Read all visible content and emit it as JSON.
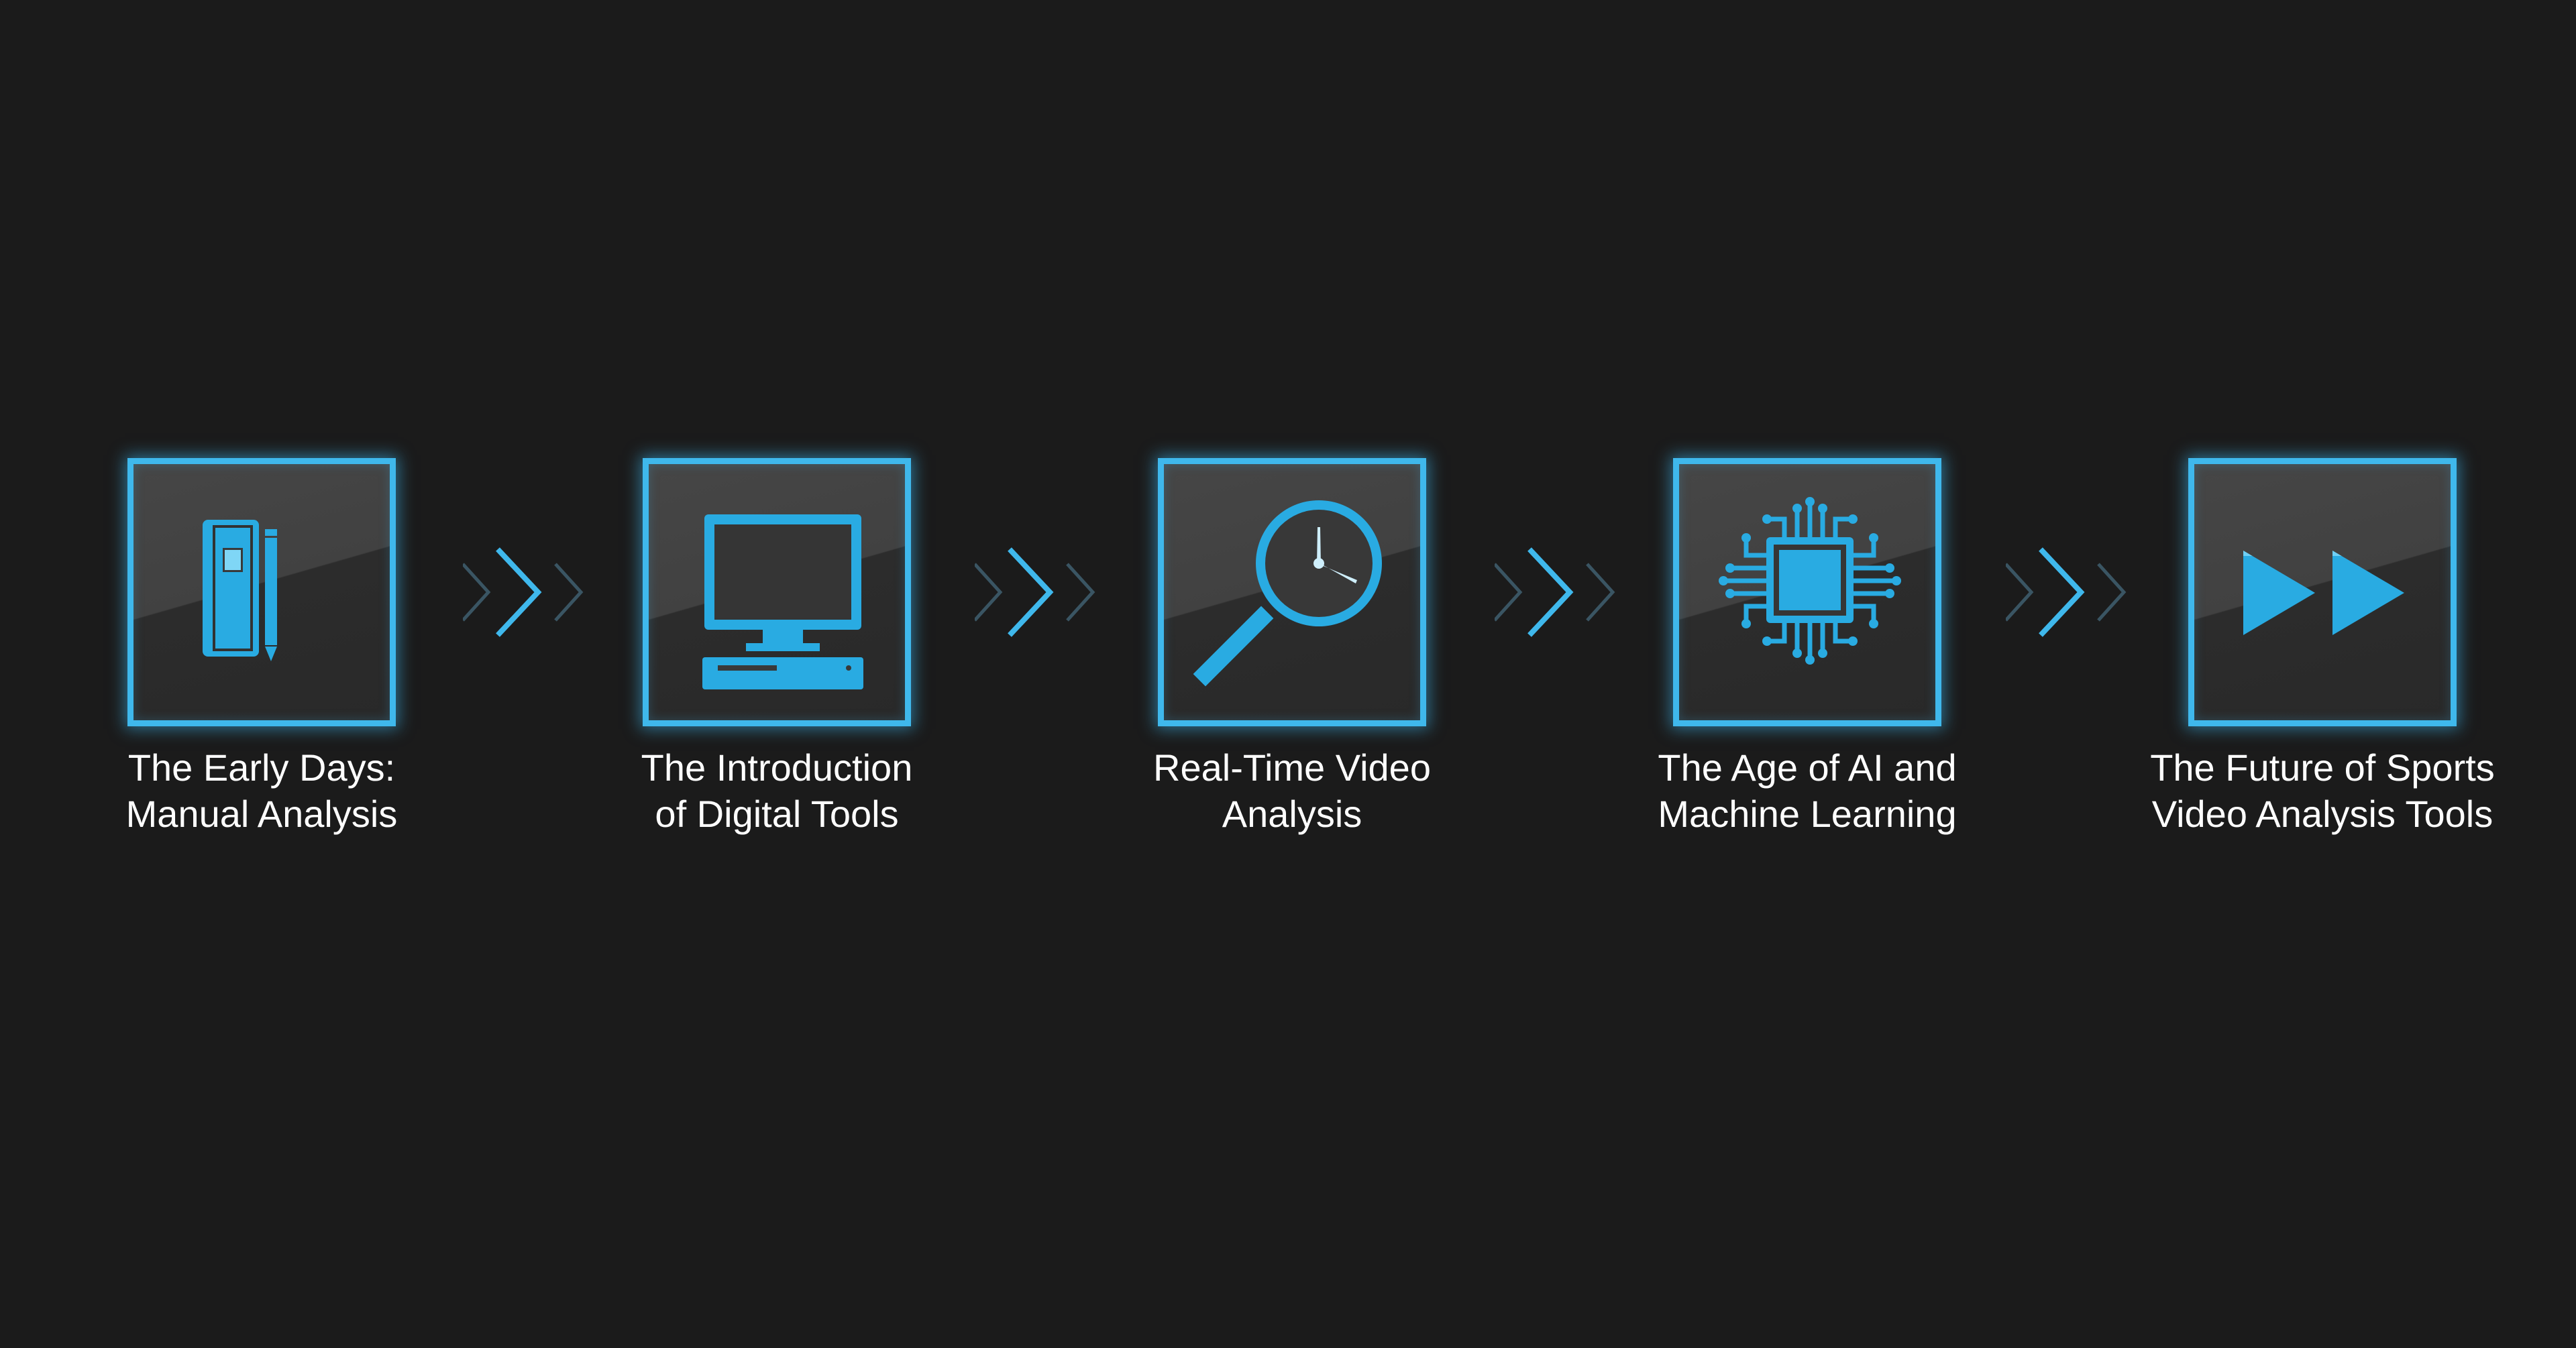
{
  "colors": {
    "background": "#1b1b1b",
    "accent": "#3fb8ec",
    "icon_fill": "#29abe2",
    "text": "#ffffff"
  },
  "steps": [
    {
      "icon": "notebook-pencil-icon",
      "line1": "The Early Days:",
      "line2": "Manual Analysis"
    },
    {
      "icon": "computer-icon",
      "line1": "The Introduction",
      "line2": "of Digital Tools"
    },
    {
      "icon": "magnifier-clock-icon",
      "line1": "Real-Time Video",
      "line2": "Analysis"
    },
    {
      "icon": "ai-chip-icon",
      "line1": "The Age of AI and",
      "line2": "Machine Learning"
    },
    {
      "icon": "fast-forward-icon",
      "line1": "The Future of Sports",
      "line2": "Video Analysis Tools"
    }
  ],
  "connector_icon": "triple-chevron-right-icon"
}
